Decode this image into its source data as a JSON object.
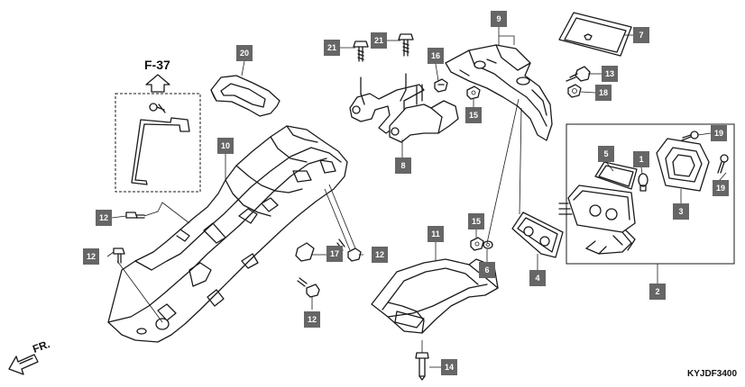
{
  "reference": {
    "label": "F-37"
  },
  "direction": {
    "label": "FR."
  },
  "diagram_code": "KYJDF3400",
  "callouts": [
    {
      "id": "c21a",
      "num": "21"
    },
    {
      "id": "c21b",
      "num": "21"
    },
    {
      "id": "c20",
      "num": "20"
    },
    {
      "id": "c16",
      "num": "16"
    },
    {
      "id": "c9",
      "num": "9"
    },
    {
      "id": "c7",
      "num": "7"
    },
    {
      "id": "c13",
      "num": "13"
    },
    {
      "id": "c18",
      "num": "18"
    },
    {
      "id": "c15a",
      "num": "15"
    },
    {
      "id": "c8",
      "num": "8"
    },
    {
      "id": "c10",
      "num": "10"
    },
    {
      "id": "c5",
      "num": "5"
    },
    {
      "id": "c1",
      "num": "1"
    },
    {
      "id": "c19a",
      "num": "19"
    },
    {
      "id": "c19b",
      "num": "19"
    },
    {
      "id": "c3",
      "num": "3"
    },
    {
      "id": "c12a",
      "num": "12"
    },
    {
      "id": "c12b",
      "num": "12"
    },
    {
      "id": "c12c",
      "num": "12"
    },
    {
      "id": "c12d",
      "num": "12"
    },
    {
      "id": "c17",
      "num": "17"
    },
    {
      "id": "c11",
      "num": "11"
    },
    {
      "id": "c15b",
      "num": "15"
    },
    {
      "id": "c6",
      "num": "6"
    },
    {
      "id": "c4",
      "num": "4"
    },
    {
      "id": "c2",
      "num": "2"
    },
    {
      "id": "c14",
      "num": "14"
    }
  ]
}
